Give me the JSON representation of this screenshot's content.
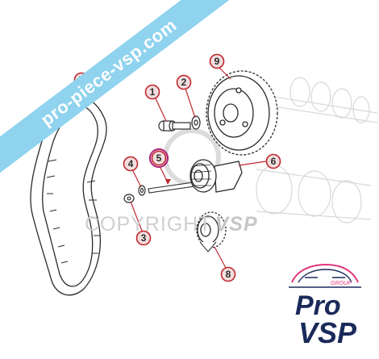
{
  "banner": {
    "text": "pro-piece-vsp.com"
  },
  "watermark": {
    "part1": "COPYRIGHT",
    "part2": "VSP"
  },
  "callouts": [
    {
      "number": "1",
      "highlight": false
    },
    {
      "number": "2",
      "highlight": false
    },
    {
      "number": "3",
      "highlight": false
    },
    {
      "number": "4",
      "highlight": false
    },
    {
      "number": "5",
      "highlight": true
    },
    {
      "number": "6",
      "highlight": false
    },
    {
      "number": "7",
      "highlight": false
    },
    {
      "number": "8",
      "highlight": false
    },
    {
      "number": "9",
      "highlight": false
    }
  ],
  "logo": {
    "word1": "Pro",
    "word2": "VSP",
    "tag": "GROUP"
  },
  "colors": {
    "callout_red": "#c0272d",
    "callout_fill": "#f2dede",
    "highlight_ring": "#b0287a",
    "banner": "#8fd3ee",
    "logo_navy": "#1a2a5a",
    "logo_pink": "#e0357c"
  }
}
